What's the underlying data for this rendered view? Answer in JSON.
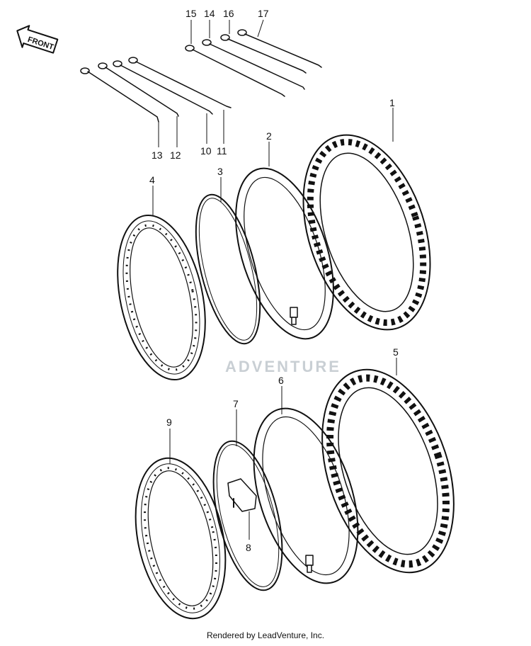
{
  "front_badge": {
    "label": "FRONT"
  },
  "watermark": "ADVENTURE",
  "footer": "Rendered by LeadVenture, Inc.",
  "callouts": {
    "c1": "1",
    "c2": "2",
    "c3": "3",
    "c4": "4",
    "c5": "5",
    "c6": "6",
    "c7": "7",
    "c8": "8",
    "c9": "9",
    "c10": "10",
    "c11": "11",
    "c12": "12",
    "c13": "13",
    "c14": "14",
    "c15": "15",
    "c16": "16",
    "c17": "17"
  }
}
